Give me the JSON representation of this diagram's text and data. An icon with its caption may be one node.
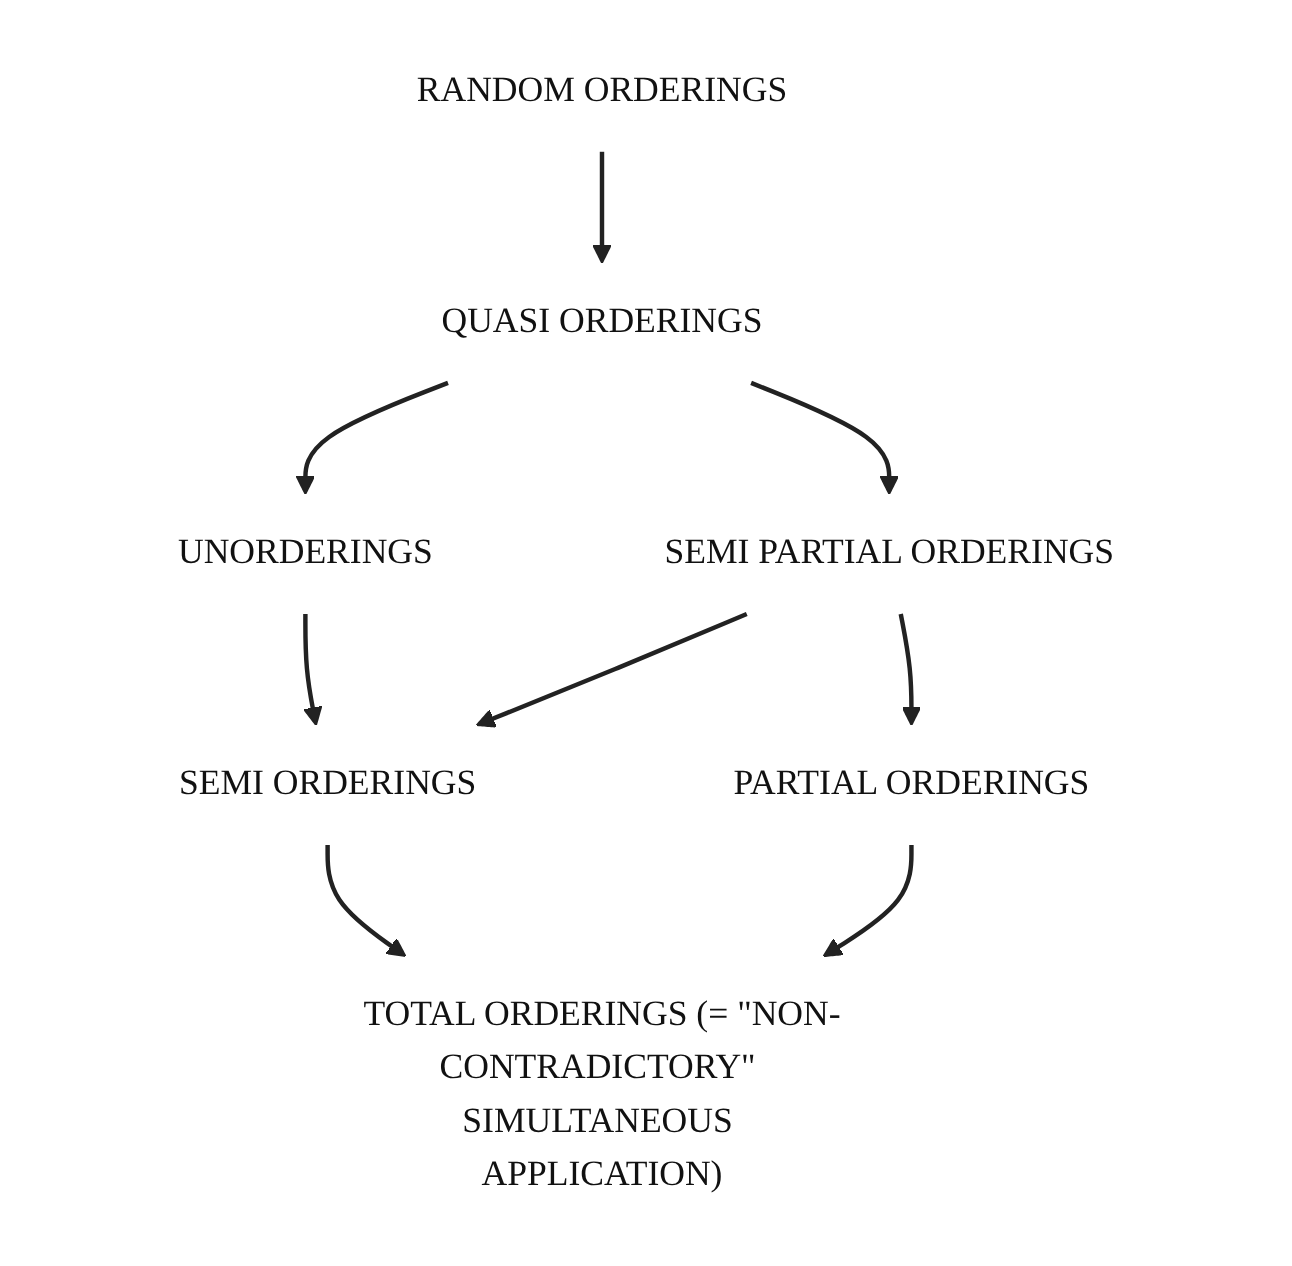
{
  "diagram": {
    "nodes": [
      {
        "text": [
          "RANDOM ORDERINGS"
        ]
      },
      {
        "text": [
          "QUASI ORDERINGS"
        ]
      },
      {
        "text": [
          "UNORDERINGS"
        ]
      },
      {
        "text": [
          "SEMI PARTIAL ORDERINGS"
        ]
      },
      {
        "text": [
          "SEMI ORDERINGS"
        ]
      },
      {
        "text": [
          "PARTIAL ORDERINGS"
        ]
      },
      {
        "text": [
          "TOTAL ORDERINGS (= \"NON-CONTRADICTORY\" SIMULTANEOUS APPLICATION)"
        ]
      }
    ],
    "edges": [
      {
        "from": 0,
        "to": 1,
        "arrow": "to"
      },
      {
        "from": 1,
        "to": 2,
        "arrow": "to"
      },
      {
        "from": 1,
        "to": 3,
        "arrow": "to"
      },
      {
        "from": 2,
        "to": 4,
        "arrow": "to"
      },
      {
        "from": 3,
        "to": 4,
        "arrow": "to"
      },
      {
        "from": 3,
        "to": 5,
        "arrow": "to"
      },
      {
        "from": 4,
        "to": 6,
        "arrow": "to"
      },
      {
        "from": 5,
        "to": 6,
        "arrow": "to"
      }
    ]
  }
}
